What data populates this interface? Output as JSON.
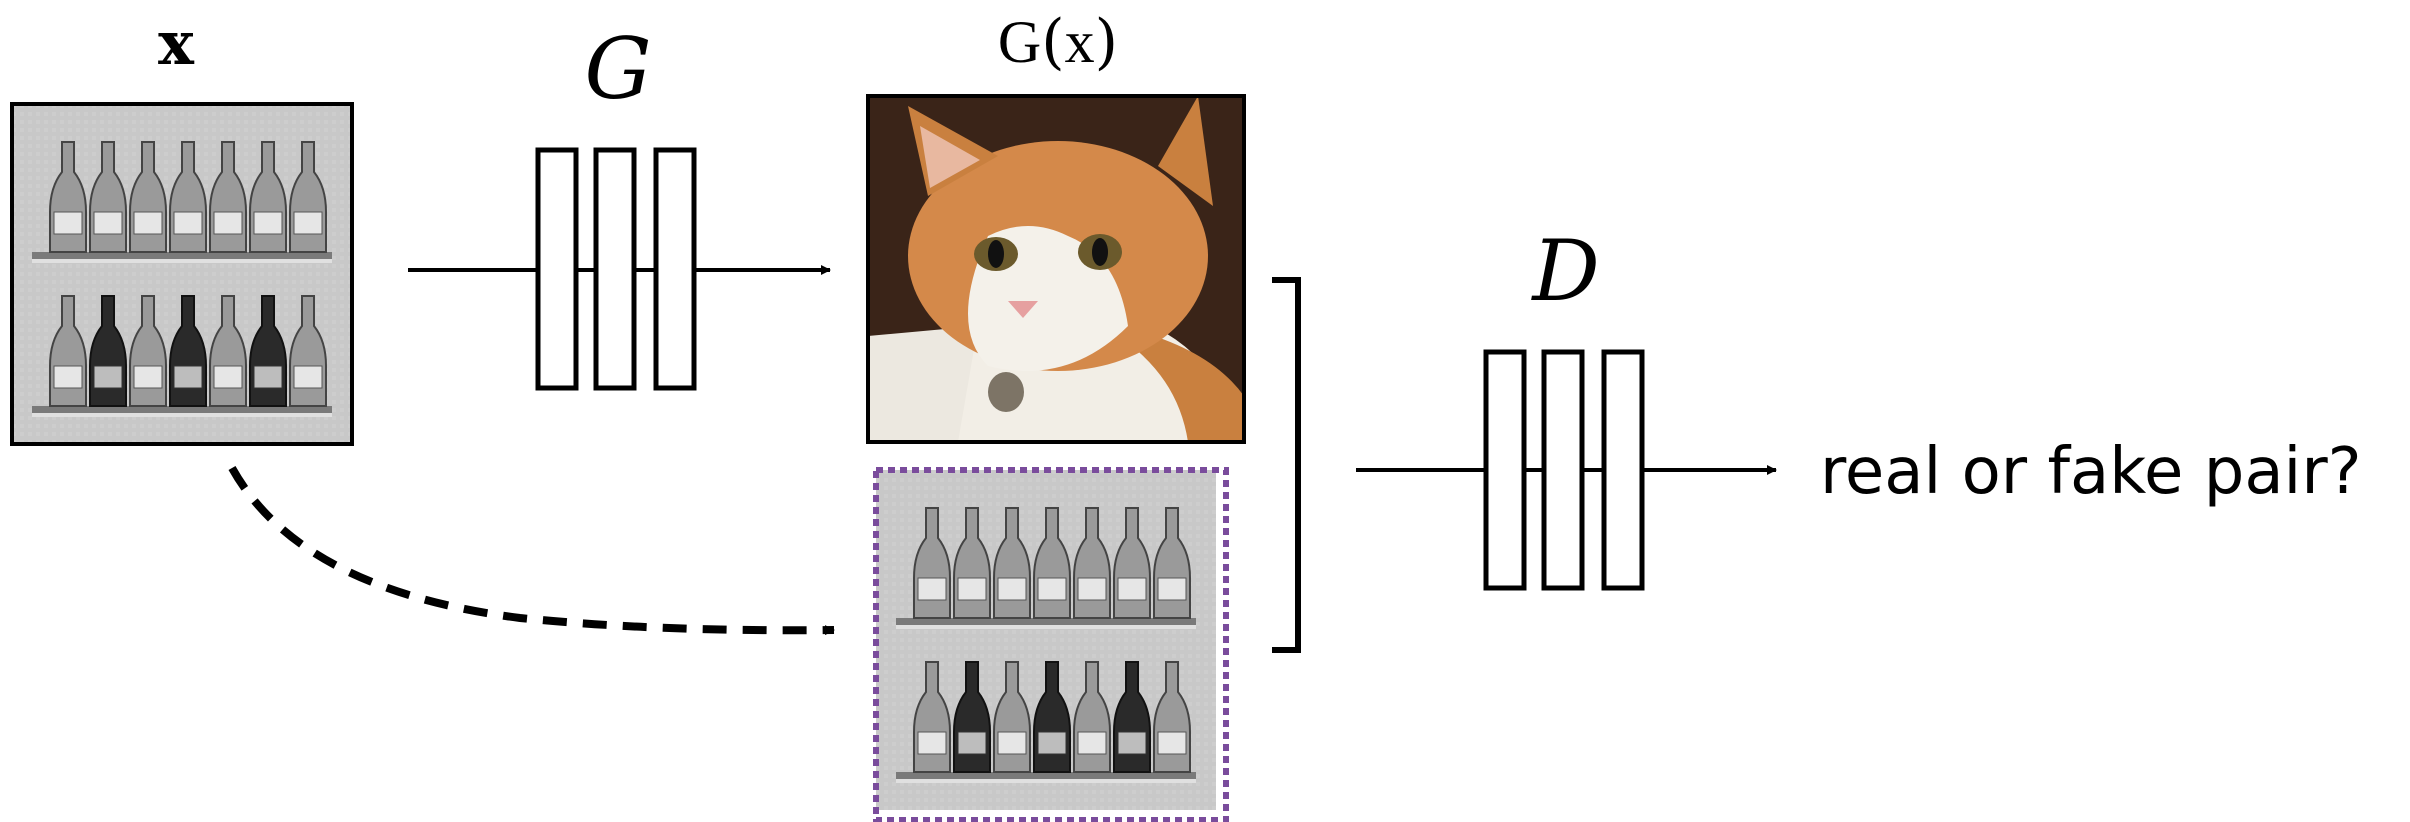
{
  "labels": {
    "input": "x",
    "generator": "G",
    "generated_fn": "G",
    "generated_arg": "x",
    "discriminator": "D",
    "question": "real or fake pair?"
  },
  "images": {
    "input_photo": "grayscale-bottles-on-shelves",
    "generated_photo": "orange-white-cat",
    "paired_input_photo": "grayscale-bottles-on-shelves"
  },
  "colors": {
    "stroke": "#000000",
    "pair_border": "#7a4c9c",
    "cat_orange": "#c9803f",
    "cat_white": "#f2eee6"
  }
}
